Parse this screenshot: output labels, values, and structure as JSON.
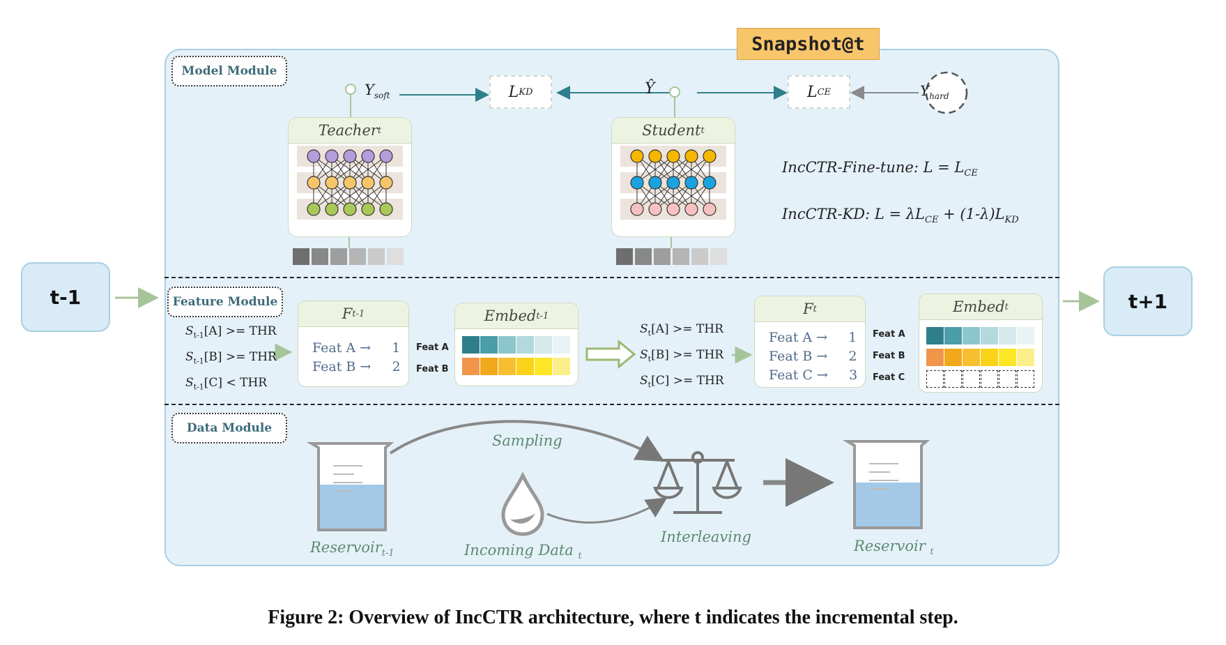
{
  "snapshot_label": "Snapshot@t",
  "steps": {
    "prev": "t-1",
    "next": "t+1"
  },
  "modules": {
    "model": "Model Module",
    "feature": "Feature Module",
    "data": "Data Module"
  },
  "model": {
    "teacher_label": "Teacher",
    "teacher_sub": "t",
    "student_label": "Student",
    "student_sub": "t",
    "y_soft": "Y",
    "y_soft_sub": "soft",
    "y_hat": "Ŷ",
    "y_hard": "Y",
    "y_hard_sub": "hard",
    "loss_kd": "L",
    "loss_kd_sub": "KD",
    "loss_ce": "L",
    "loss_ce_sub": "CE",
    "formula_finetune": "IncCTR-Fine-tune:  L = L",
    "formula_finetune_sub": "CE",
    "formula_kd_a": "IncCTR-KD:  L = λL",
    "formula_kd_sub1": "CE",
    "formula_kd_b": " + (1-λ)L",
    "formula_kd_sub2": "KD",
    "colors": {
      "teacher_top": "#b39ddb",
      "teacher_mid": "#f6c56a",
      "teacher_bottom": "#a8c957",
      "student_top": "#f5b700",
      "student_mid": "#1aa3e0",
      "student_bottom": "#f7c1c1"
    }
  },
  "feature": {
    "prev_conditions": [
      {
        "s": "S",
        "sub": "t-1",
        "rest": "[A] >= THR"
      },
      {
        "s": "S",
        "sub": "t-1",
        "rest": "[B] >= THR"
      },
      {
        "s": "S",
        "sub": "t-1",
        "rest": "[C] < THR"
      }
    ],
    "cur_conditions": [
      {
        "s": "S",
        "sub": "t",
        "rest": "[A] >= THR"
      },
      {
        "s": "S",
        "sub": "t",
        "rest": "[B] >= THR"
      },
      {
        "s": "S",
        "sub": "t",
        "rest": "[C] >= THR"
      }
    ],
    "f_prev_label": "F",
    "f_prev_sub": "t-1",
    "f_cur_label": "F",
    "f_cur_sub": "t",
    "embed_prev_label": "Embed",
    "embed_prev_sub": "t-1",
    "embed_cur_label": "Embed",
    "embed_cur_sub": "t",
    "prev_map": [
      {
        "feat": "Feat A",
        "arrow": "→",
        "id": "1"
      },
      {
        "feat": "Feat B",
        "arrow": "→",
        "id": "2"
      }
    ],
    "cur_map": [
      {
        "feat": "Feat A",
        "arrow": "→",
        "id": "1"
      },
      {
        "feat": "Feat B",
        "arrow": "→",
        "id": "2"
      },
      {
        "feat": "Feat C",
        "arrow": "→",
        "id": "3"
      }
    ],
    "embed_prev_rows": [
      "Feat A",
      "Feat B"
    ],
    "embed_cur_rows": [
      "Feat A",
      "Feat B",
      "Feat C"
    ],
    "teal_scale": [
      "#2f7f8a",
      "#4a9ea8",
      "#8cc5cc",
      "#b3d8dd",
      "#d4e9ec",
      "#e8f3f5"
    ],
    "orange_scale": [
      "#f0954a",
      "#f2a81d",
      "#f7bf30",
      "#fbd21a",
      "#fde625",
      "#fbef8c"
    ],
    "gray_scale": [
      "#6e6e6e",
      "#888888",
      "#9e9e9e",
      "#b5b5b5",
      "#cacaca",
      "#dedede"
    ]
  },
  "data": {
    "sampling": "Sampling",
    "interleaving": "Interleaving",
    "reservoir_prev": "Reservoir",
    "reservoir_prev_sub": "t-1",
    "incoming": "Incoming Data",
    "incoming_sub": "t",
    "reservoir_cur": "Reservoir",
    "reservoir_cur_sub": "t"
  },
  "caption": "Figure 2: Overview of IncCTR architecture, where t indicates the incremental step."
}
